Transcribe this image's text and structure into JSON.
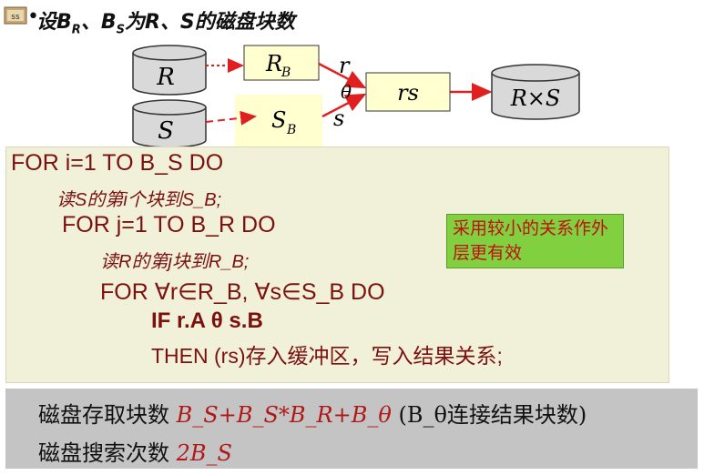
{
  "header": {
    "text": "设B_R、B_S为R、S的磁盘块数",
    "title_prefix": "设",
    "br": "B",
    "br_sub": "R",
    "sep": "、",
    "bs": "B",
    "bs_sub": "S",
    "mid": "为R、S的磁盘块数"
  },
  "diagram": {
    "disk_r": "R",
    "disk_s": "S",
    "buf_r_main": "R",
    "buf_r_sub": "B",
    "buf_s_main": "S",
    "buf_s_sub": "B",
    "label_r": "r",
    "label_theta": "θ",
    "label_s": "s",
    "result_buffer": "rs",
    "result_disk": "R×S",
    "colors": {
      "arrow": "#e02020",
      "buffer_fill": "#ffffd0",
      "disk_fill": "#d9d9d9"
    }
  },
  "code": {
    "line1": "FOR  i=1  TO  B_S DO",
    "line2": "读S的第i个块到S_B;",
    "line3": "FOR  j=1  TO  B_R  DO",
    "line4": "读R的第j块到R_B;",
    "line5": "FOR  ∀r∈R_B, ∀s∈S_B  DO",
    "line6": "IF    r.A θ s.B",
    "line7": "THEN  (rs)存入缓冲区，写入结果关系;"
  },
  "note": {
    "text": "采用较小的关系作外层更有效"
  },
  "stats": {
    "line1_label": "磁盘存取块数",
    "line1_formula": "B_S+B_S*B_R+B_θ",
    "line1_note": "(B_θ连接结果块数)",
    "line2_label": "磁盘搜索次数",
    "line2_formula": "2B_S"
  }
}
